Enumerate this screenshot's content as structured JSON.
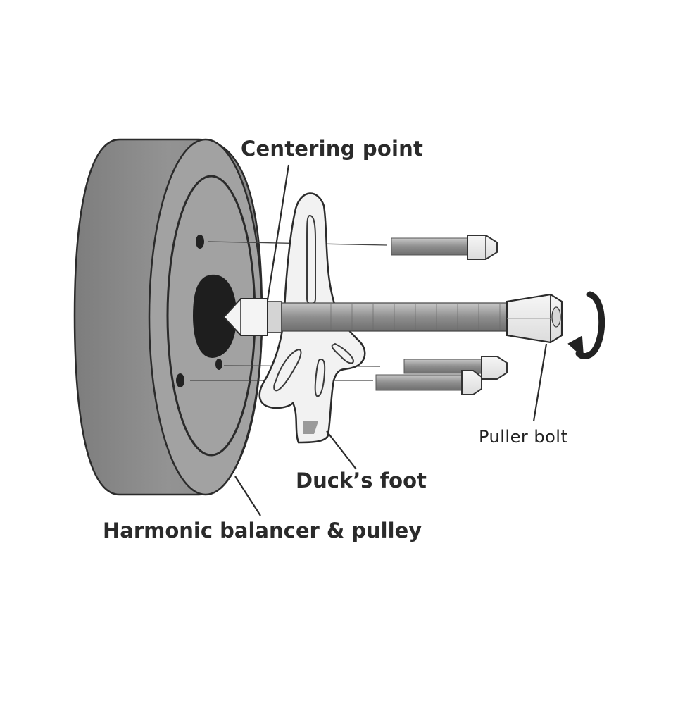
{
  "diagram": {
    "labels": {
      "centering_point": "Centering point",
      "ducks_foot": "Duck’s foot",
      "harmonic_balancer": "Harmonic balancer & pulley",
      "puller_bolt": "Puller bolt"
    },
    "colors": {
      "pulley_rim": "#8c8c8c",
      "pulley_face": "#a0a0a0",
      "hub_hole": "#1e1e1e",
      "bolt_thread": "#9a9a9a",
      "outline": "#2a2a2a",
      "tool_fill": "#f2f2f2"
    },
    "icons": {
      "rotation": "curved-arrow-clockwise-icon"
    }
  }
}
